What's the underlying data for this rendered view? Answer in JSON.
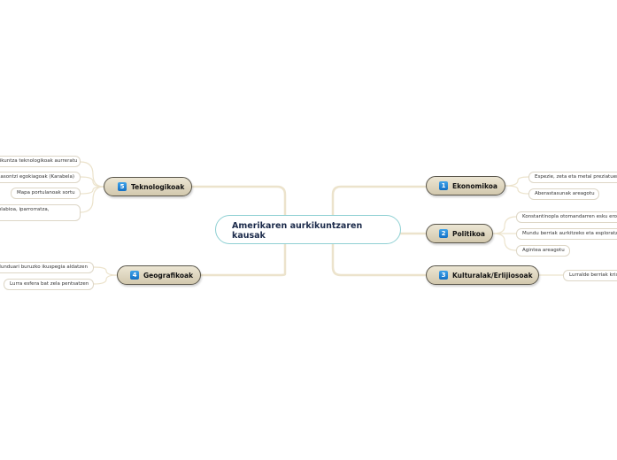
{
  "central": {
    "title_line1": "Amerikaren aurkikuntzaren",
    "title_line2": "kausak"
  },
  "branches": {
    "ekonomikoa": {
      "number": "1",
      "label": "Ekonomikoa",
      "items": [
        "Espezie, zeta eta metal preziatuen",
        "Aberastasunak areagotu"
      ]
    },
    "politikoa": {
      "number": "2",
      "label": "Politikoa",
      "items": [
        "Konstantinopla otomandarren esku erorta",
        "Mundu berriak aurkitzeko eta esploratzeko",
        "Agintea areagotu"
      ]
    },
    "kulturalak": {
      "number": "3",
      "label": "Kulturalak/Erlijiosoak",
      "items": [
        "Lurralde berriak kristautu"
      ]
    },
    "geografikoak": {
      "number": "4",
      "label": "Geografikoak",
      "items": [
        "Munduari buruzko ikuspegia aldatzen",
        "Lurra esfera bat zela pentsatzen"
      ]
    },
    "teknologikoak": {
      "number": "5",
      "label": "Teknologikoak",
      "items": [
        "Aurkikuntza teknologikoak aurreratu",
        "Itsasontzi egokiagoak (Karabela)",
        "Mapa portulanoak sortu",
        "Astrolabioa, iparrorratza,"
      ]
    }
  },
  "colors": {
    "link": "#ece3cc",
    "central_border": "#8fd0d3",
    "number_badge": "#1f86d8"
  }
}
